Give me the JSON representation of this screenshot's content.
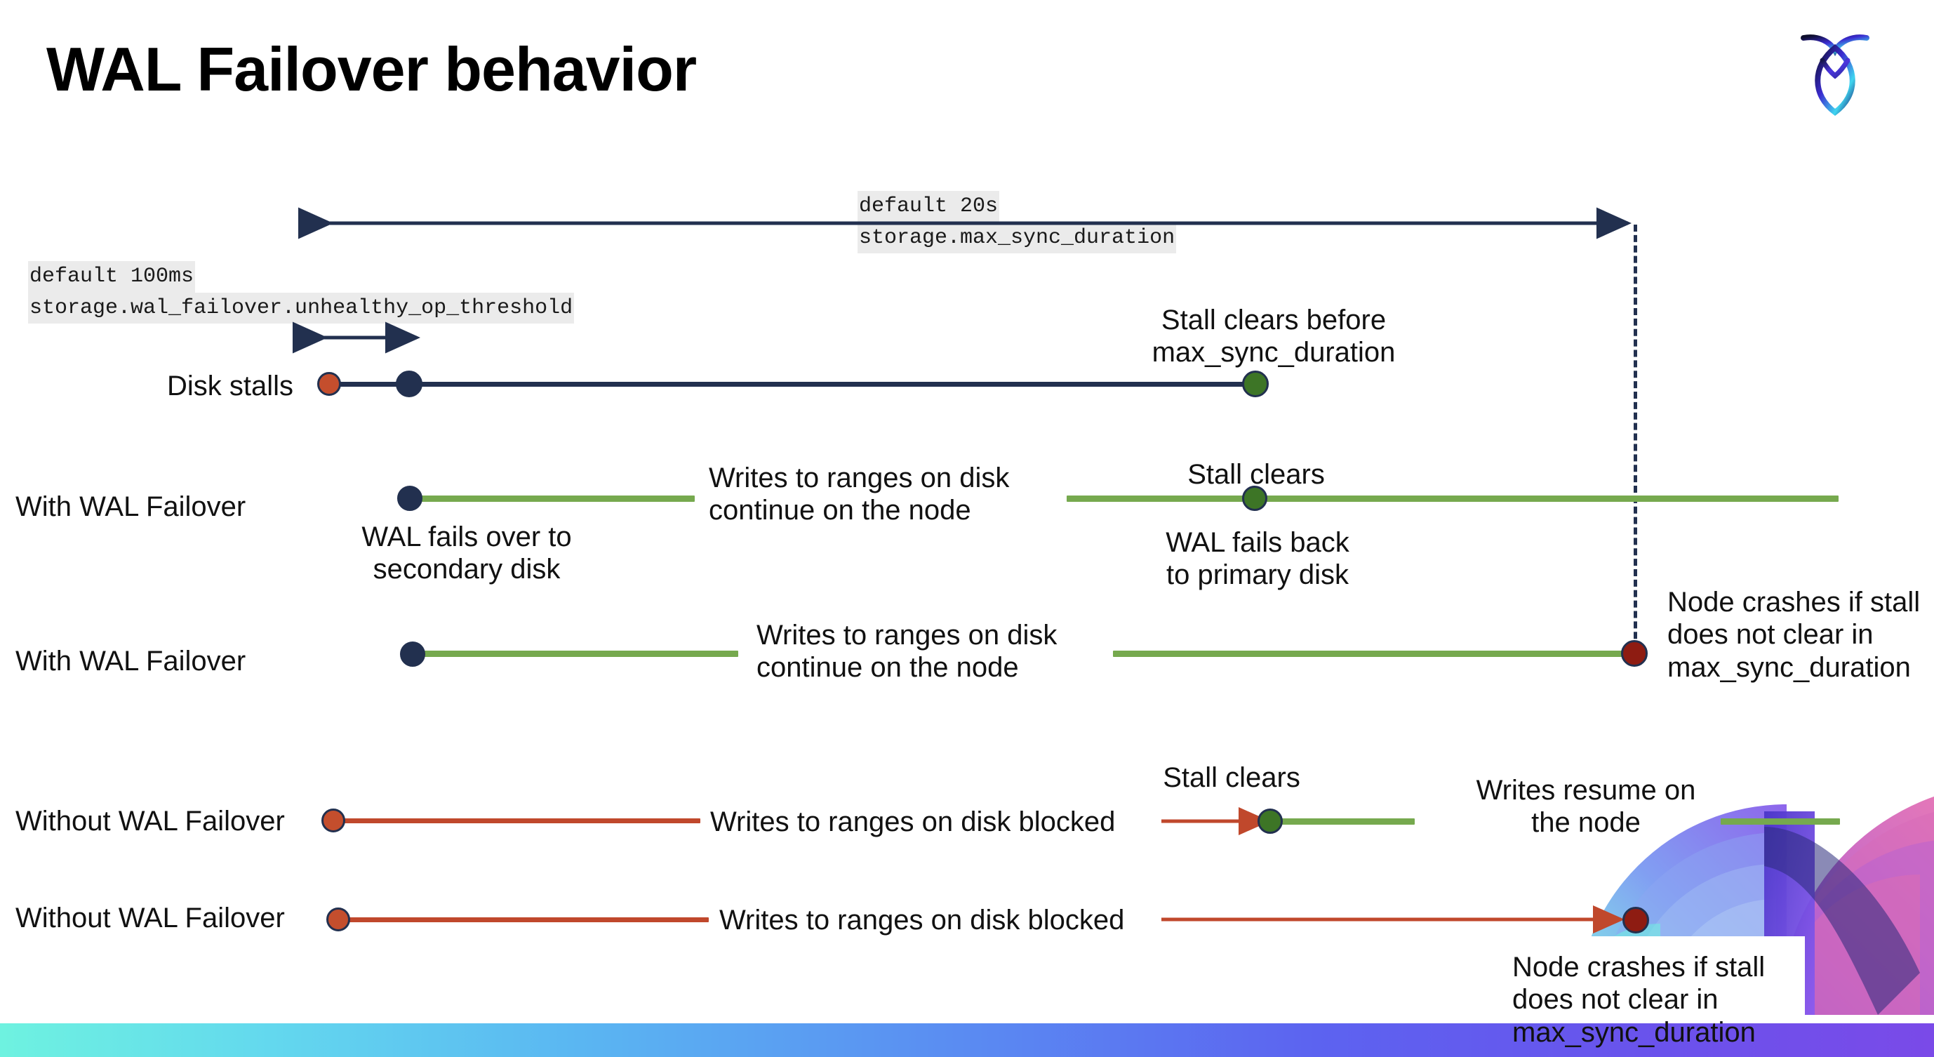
{
  "slide": {
    "title": "WAL Failover behavior",
    "logo_name": "cockroachdb-logo"
  },
  "annotations": {
    "max_sync": {
      "line1": "default 20s",
      "line2": "storage.max_sync_duration"
    },
    "unhealthy_op": {
      "line1": "default 100ms",
      "line2": "storage.wal_failover.unhealthy_op_threshold"
    }
  },
  "rows": [
    {
      "id": "disk-stalls",
      "label": "Disk stalls",
      "note_above": "Stall clears before\nmax_sync_duration"
    },
    {
      "id": "with-wal-failover-1",
      "label": "With WAL Failover",
      "note_mid": "Writes to ranges on disk\ncontinue on the node",
      "note_above": "Stall clears",
      "note_below_left": "WAL fails over to\nsecondary disk",
      "note_below_right": "WAL fails  back\nto primary disk"
    },
    {
      "id": "with-wal-failover-2",
      "label": "With WAL Failover",
      "note_mid": "Writes to ranges on disk\ncontinue on the node",
      "note_right": "Node crashes if stall\ndoes not clear in\nmax_sync_duration"
    },
    {
      "id": "without-wal-failover-1",
      "label": "Without WAL Failover",
      "note_mid": "Writes to ranges on disk  blocked",
      "note_above": "Stall clears",
      "note_right": "Writes resume on\nthe node"
    },
    {
      "id": "without-wal-failover-2",
      "label": "Without WAL Failover",
      "note_mid": "Writes to ranges on disk  blocked",
      "note_below_right": "Node crashes if stall\ndoes not clear in\nmax_sync_duration"
    }
  ],
  "text": {
    "disk_stalls_label": "Disk stalls",
    "with_wal_failover_label_1": "With WAL Failover",
    "with_wal_failover_label_2": "With WAL Failover",
    "without_wal_failover_label_1": "Without WAL Failover",
    "without_wal_failover_label_2": "Without WAL Failover",
    "stall_clears_before_l1": "Stall clears before",
    "stall_clears_before_l2": "max_sync_duration",
    "stall_clears_a": "Stall clears",
    "stall_clears_b": "Stall clears",
    "writes_continue_1_l1": "Writes to ranges on disk",
    "writes_continue_1_l2": "continue on the node",
    "writes_continue_2_l1": "Writes to ranges on disk",
    "writes_continue_2_l2": "continue on the node",
    "wal_fails_over_l1": "WAL fails over to",
    "wal_fails_over_l2": "secondary disk",
    "wal_fails_back_l1": "WAL fails  back",
    "wal_fails_back_l2": "to primary disk",
    "node_crashes_a_l1": "Node crashes if stall",
    "node_crashes_a_l2": "does not clear in",
    "node_crashes_a_l3": "max_sync_duration",
    "node_crashes_b_l1": "Node crashes if stall",
    "node_crashes_b_l2": "does not clear in",
    "node_crashes_b_l3": "max_sync_duration",
    "writes_blocked_1": "Writes to ranges on disk  blocked",
    "writes_blocked_2": "Writes to ranges on disk  blocked",
    "writes_resume_l1": "Writes resume on",
    "writes_resume_l2": "the node"
  },
  "colors": {
    "navy": "#22304f",
    "green_line": "#76a94e",
    "green_dot": "#3d7526",
    "orange_dot": "#c44e2d",
    "dark_red_dot": "#8e1c12",
    "red_line": "#c0482c",
    "mono_bg": "#ebebeb",
    "bar_gradient_start": "#6ef2e0",
    "bar_gradient_end": "#7a4ae8"
  }
}
